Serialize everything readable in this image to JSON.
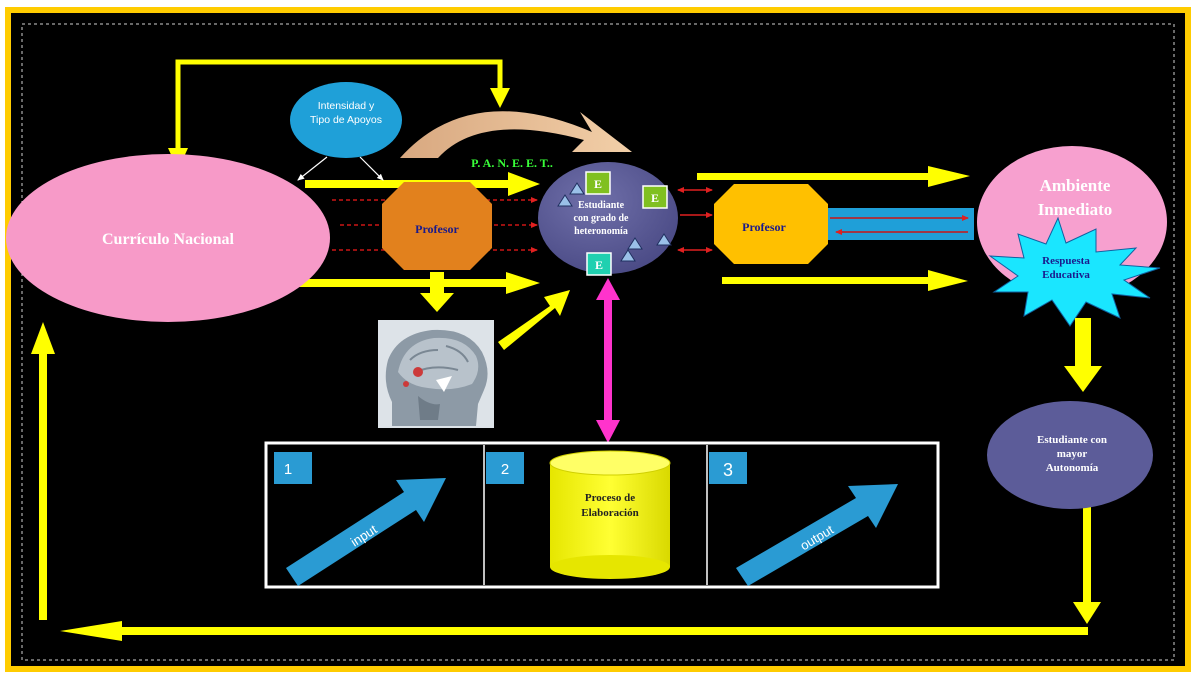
{
  "curriculo": {
    "label": "Currículo Nacional"
  },
  "apoyos": {
    "line1": "Intensidad y",
    "line2": "Tipo de Apoyos"
  },
  "paneet": {
    "label": "P. A. N. E. E. T.."
  },
  "profesor_left": {
    "label": "Profesor"
  },
  "profesor_right": {
    "label": "Profesor"
  },
  "estudiante": {
    "line1": "Estudiante",
    "line2": "con grado de",
    "line3": "heteronomía"
  },
  "e_badges": [
    "E",
    "E",
    "E"
  ],
  "ambiente": {
    "line1": "Ambiente",
    "line2": "Inmediato"
  },
  "respuesta": {
    "line1": "Respuesta",
    "line2": "Educativa"
  },
  "autonomia": {
    "line1": "Estudiante con",
    "line2": "mayor",
    "line3": "Autonomía"
  },
  "process": {
    "steps": [
      {
        "number": "1",
        "label": "input"
      },
      {
        "number": "2",
        "label": "Proceso de",
        "label2": "Elaboración"
      },
      {
        "number": "3",
        "label": "output"
      }
    ]
  },
  "colors": {
    "background": "#000000",
    "frame": "#ffcc00",
    "arrow_yellow": "#ffff00",
    "curriculo_pink": "#f79ac8",
    "ambiente_pink": "#f7a0cf",
    "apoyos_blue": "#1fa0d8",
    "profesor_left": "#e2811d",
    "profesor_right": "#ffc000",
    "estudiante_purple": "#5a5a96",
    "respuesta_cyan": "#1ae6ff",
    "autonomia_purple": "#5c5c99",
    "magenta": "#ff33cc",
    "process_blue": "#2a9bd3",
    "cylinder_yellow": "#ffff00"
  }
}
